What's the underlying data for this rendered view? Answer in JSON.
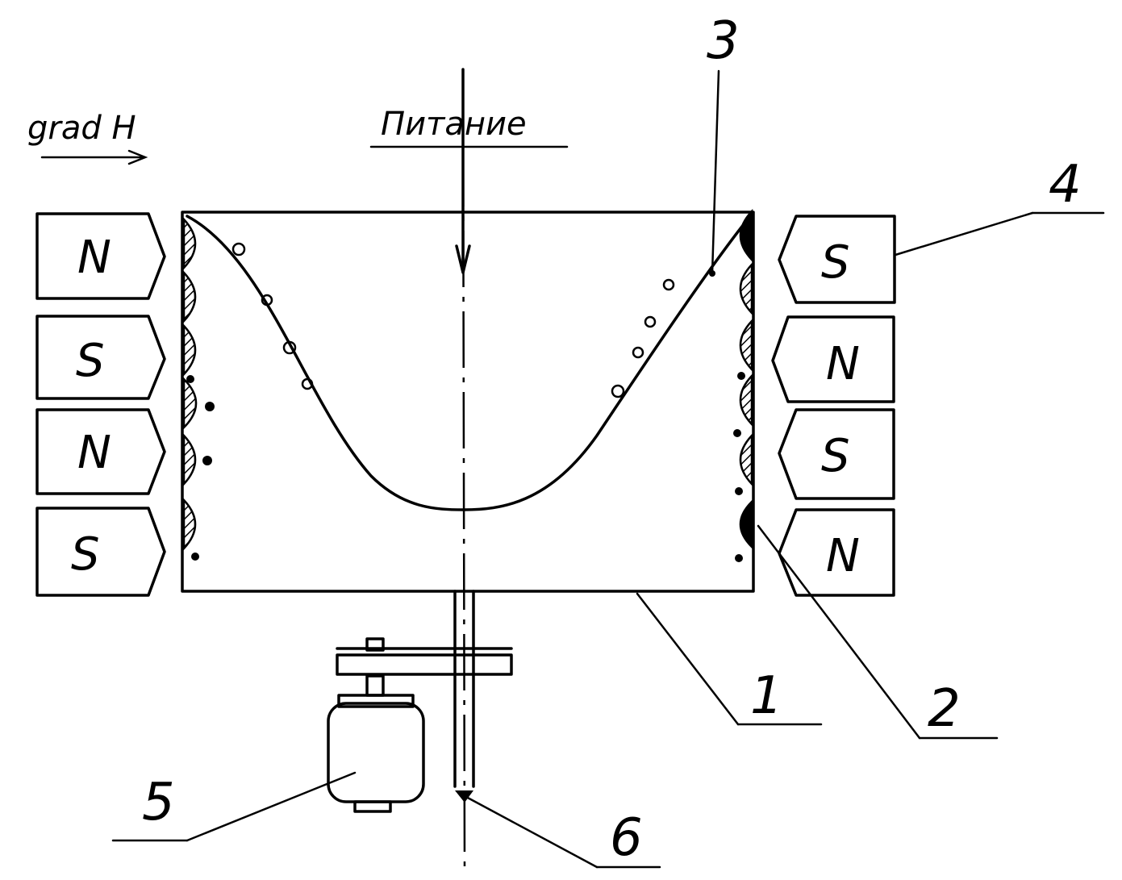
{
  "arrow_label": "grad H",
  "feed_label": "Питание",
  "callouts": {
    "c1": "1",
    "c2": "2",
    "c3": "3",
    "c4": "4",
    "c5": "5",
    "c6": "6"
  },
  "left_magnets": [
    "N",
    "S",
    "N",
    "S"
  ],
  "right_magnets": [
    "S",
    "N",
    "S",
    "N"
  ]
}
